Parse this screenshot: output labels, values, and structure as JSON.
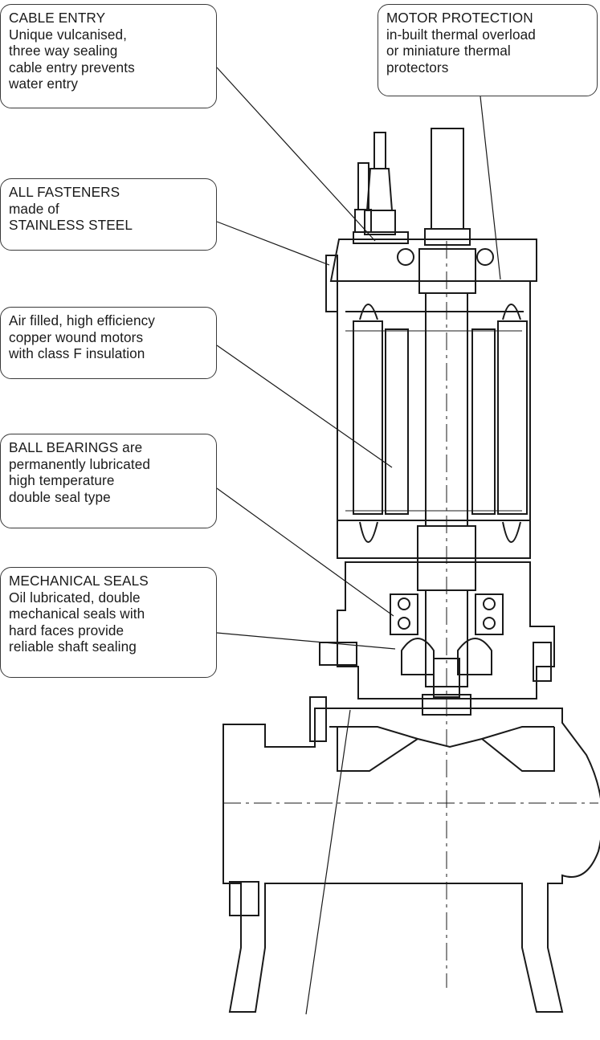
{
  "callouts": {
    "cable_entry": [
      "CABLE ENTRY",
      "Unique vulcanised,",
      "three way sealing",
      "cable entry prevents",
      "water entry"
    ],
    "motor_protection": [
      "MOTOR PROTECTION",
      "in-built thermal overload",
      "or miniature thermal",
      "protectors"
    ],
    "fasteners": [
      "ALL FASTENERS",
      "made of",
      "STAINLESS STEEL"
    ],
    "motors": [
      "Air filled, high efficiency",
      "copper wound motors",
      "with class F insulation"
    ],
    "bearings": [
      "BALL BEARINGS are",
      "permanently lubricated",
      "high temperature",
      "double seal type"
    ],
    "seals": [
      "MECHANICAL SEALS",
      "Oil lubricated, double",
      "mechanical seals with",
      "hard faces provide",
      "reliable shaft sealing"
    ]
  },
  "colors": {
    "ink": "#1a1a1a",
    "border": "#3a3a3a",
    "background": "#ffffff"
  }
}
